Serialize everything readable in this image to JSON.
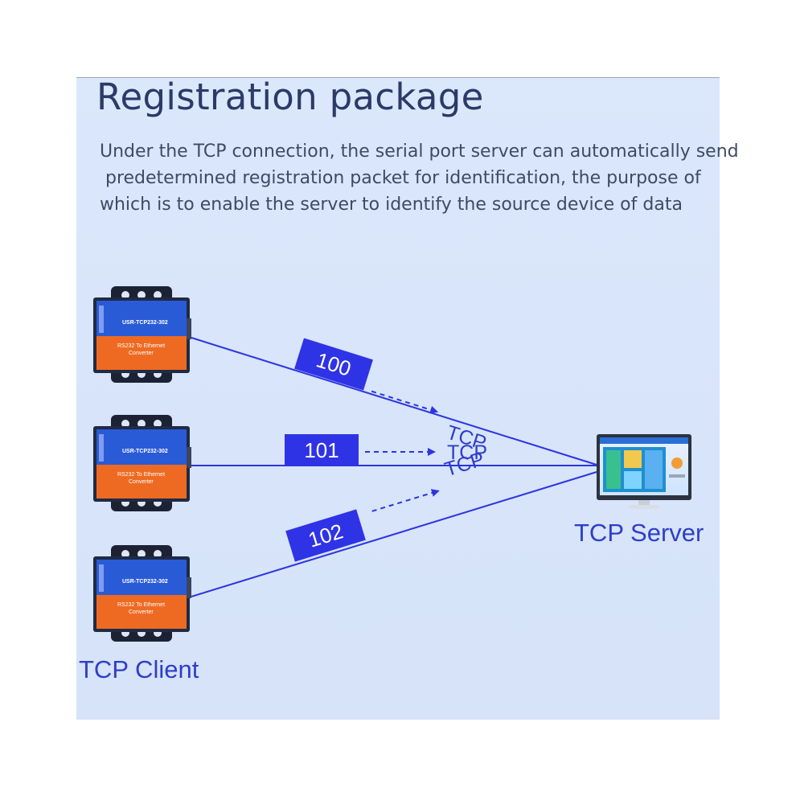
{
  "title": "Registration package",
  "description_lines": [
    "Under the TCP connection, the serial port server can automatically send",
    " predetermined registration packet for identification, the purpose of",
    "which is to enable the server to identify the source device of data"
  ],
  "devices": [
    {
      "model": "USR-TCP232-302",
      "caption_1": "RS232 To Ethernet",
      "caption_2": "Converter"
    },
    {
      "model": "USR-TCP232-302",
      "caption_1": "RS232 To Ethernet",
      "caption_2": "Converter"
    },
    {
      "model": "USR-TCP232-302",
      "caption_1": "RS232 To Ethernet",
      "caption_2": "Converter"
    }
  ],
  "packets": [
    {
      "id": "100",
      "protocol": "TCP"
    },
    {
      "id": "101",
      "protocol": "TCP"
    },
    {
      "id": "102",
      "protocol": "TCP"
    }
  ],
  "client_label": "TCP Client",
  "server_label": "TCP Server",
  "colors": {
    "line": "#2c35e0",
    "packet_box": "#2f33e6",
    "device_body": "#1f2a44",
    "device_blue": "#2a5bd6",
    "device_orange": "#ee6a22",
    "label": "#2f3ec8"
  },
  "icons": [
    "serial-device-icon",
    "monitor-icon"
  ]
}
